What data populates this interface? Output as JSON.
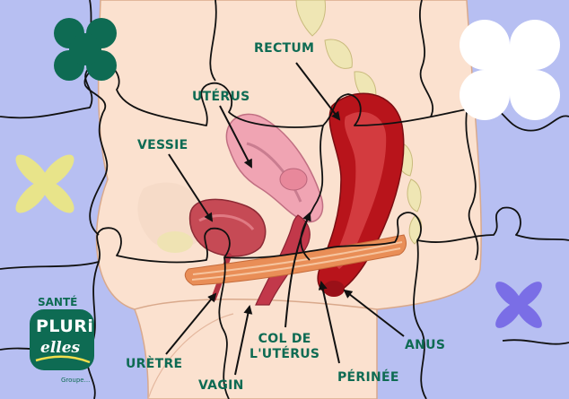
{
  "labels": {
    "rectum": "RECTUM",
    "uterus": "UTÉRUS",
    "vessie": "VESSIE",
    "col_line1": "COL DE",
    "col_line2": "L'UTÉRUS",
    "anus": "ANUS",
    "perinee": "PÉRINÉE",
    "uretre": "URÈTRE",
    "vagin": "VAGIN"
  },
  "brand": {
    "sante": "SANTÉ",
    "pluri": "PLURi",
    "elles": "elles",
    "group": "Groupe..."
  },
  "colors": {
    "background": "#b7bff2",
    "label_green": "#0e6b53",
    "clover_green": "#0e6b53",
    "clover_white": "#ffffff",
    "clover_yellow": "#e8e48a",
    "clover_purple": "#7a6ee6",
    "skin": "#fbe1cf",
    "rectum_red": "#b8141b",
    "uterus_pink": "#f0a4b3",
    "bladder_red": "#c64a55",
    "muscle_orange": "#e98e57"
  }
}
